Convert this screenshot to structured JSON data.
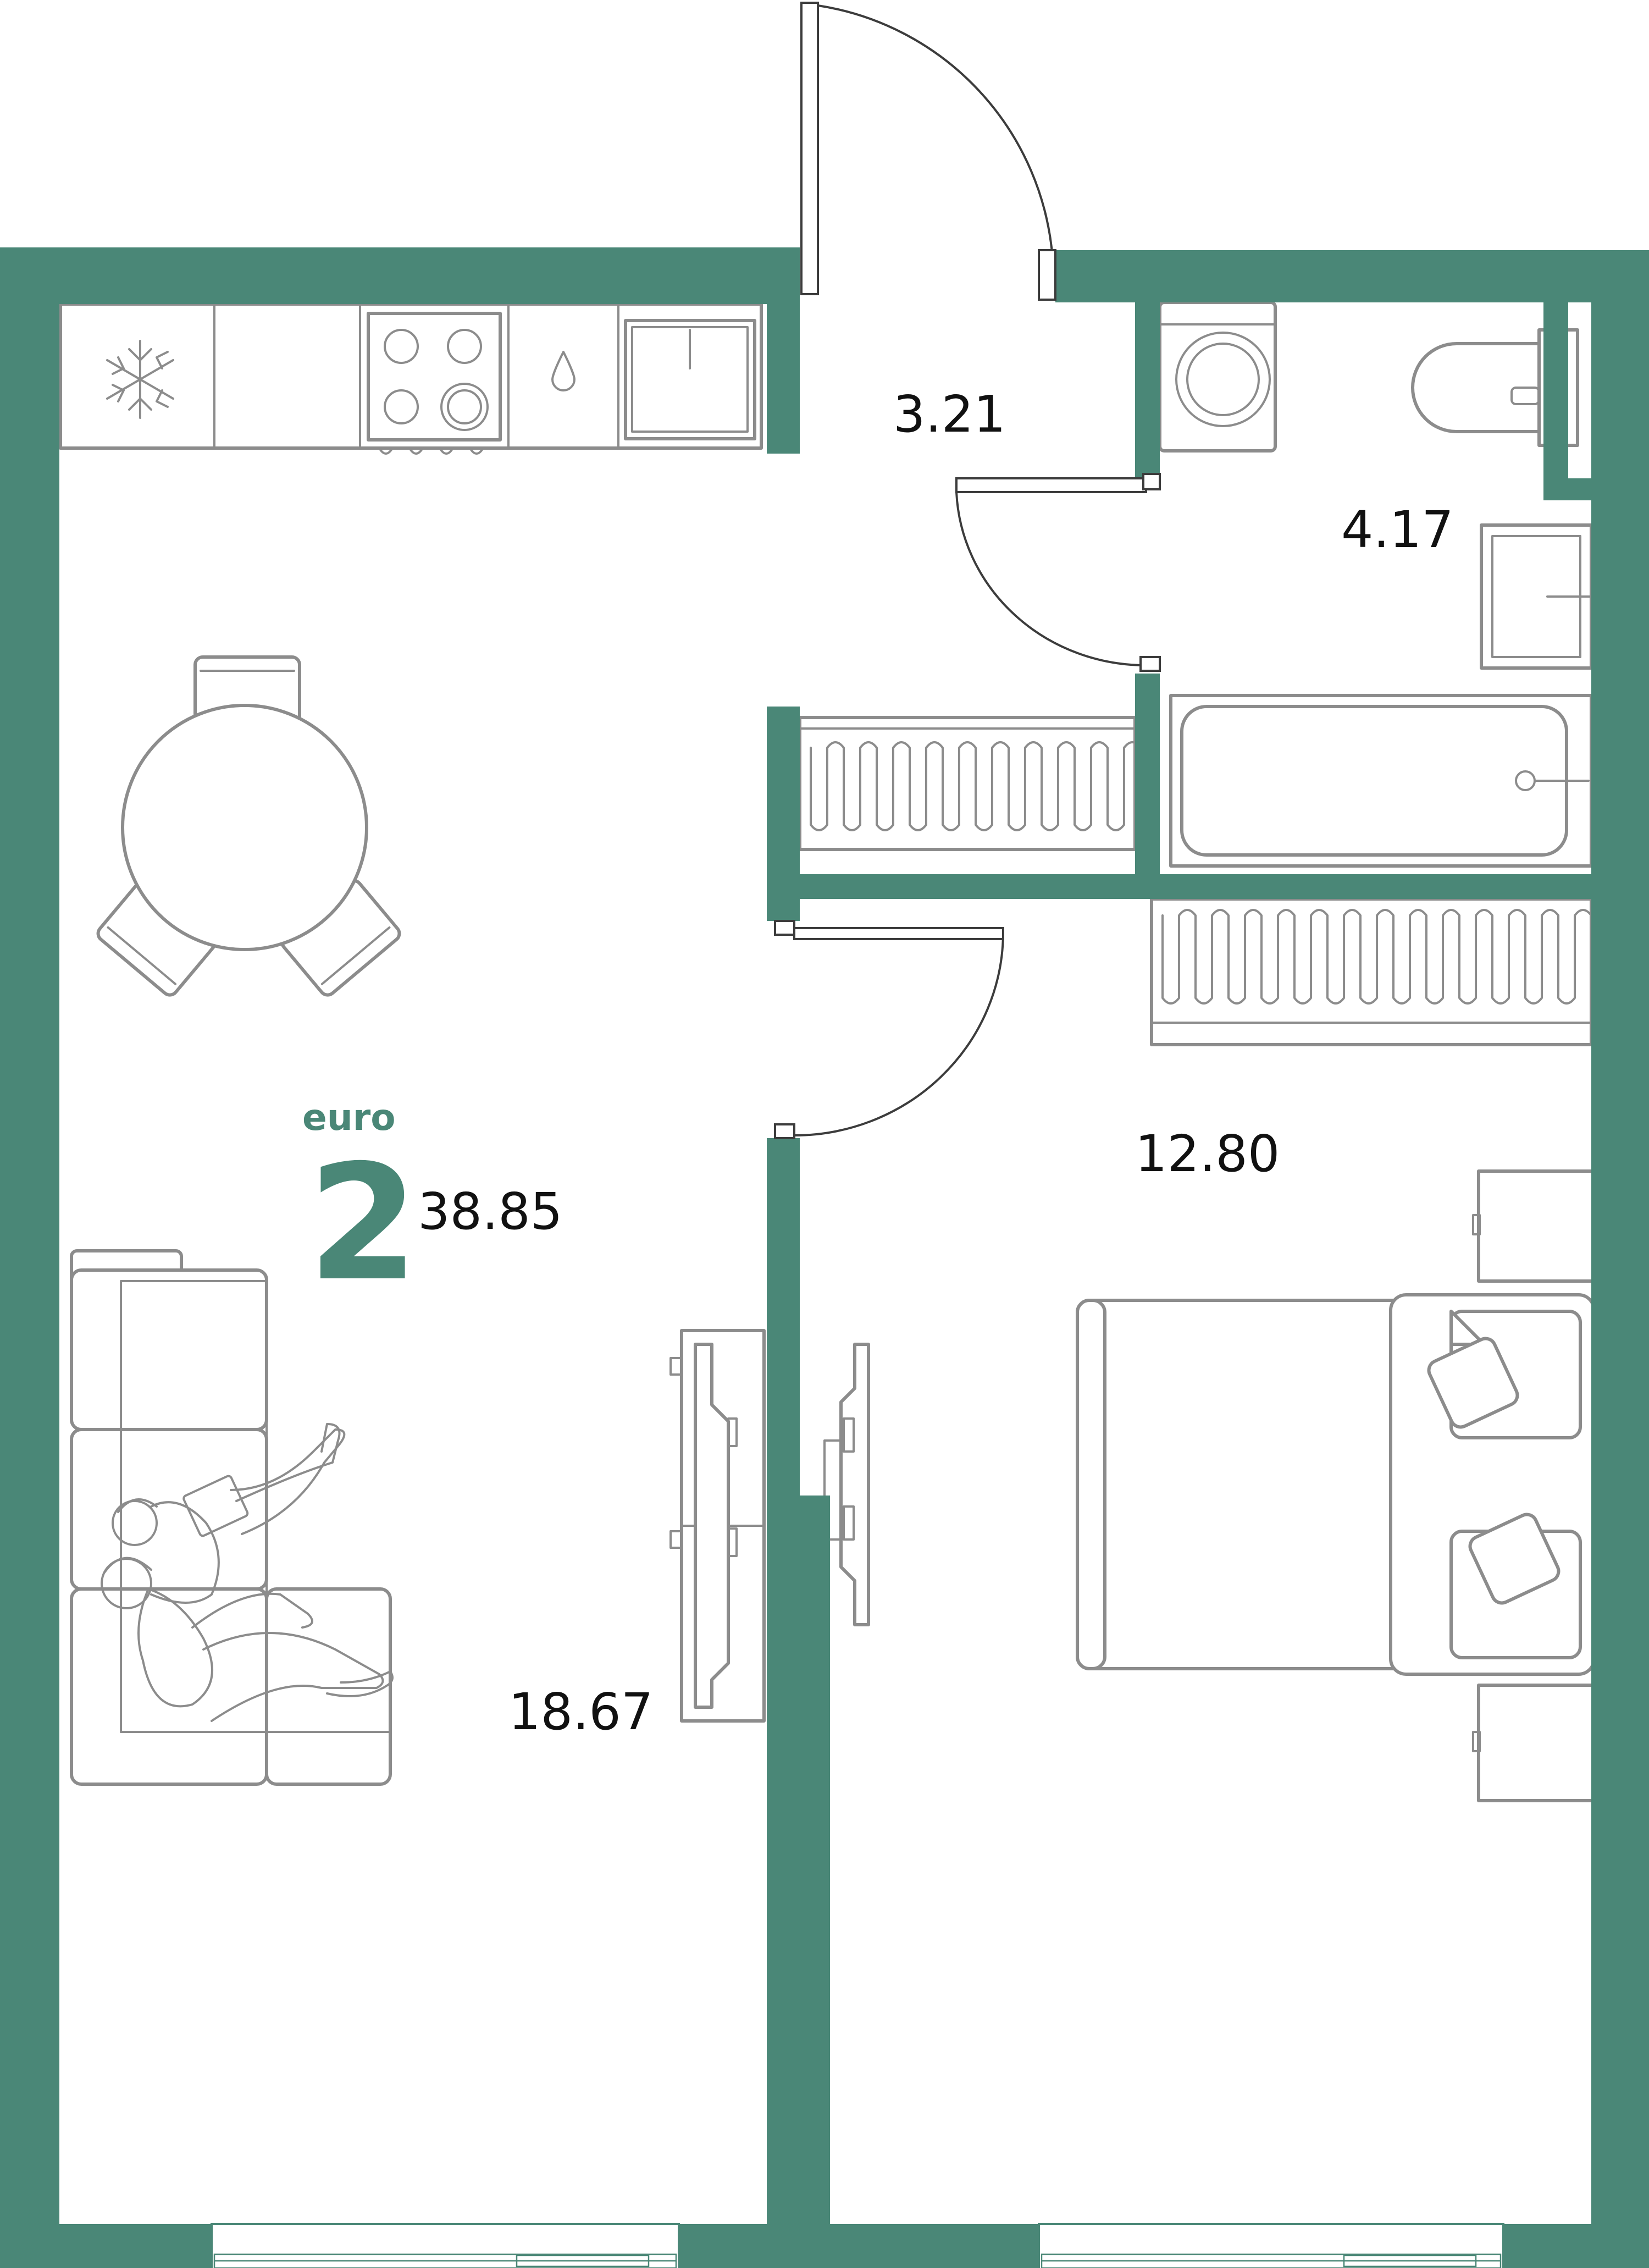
{
  "plan": {
    "wall_color": "#4a8777",
    "furniture_color": "#8c8c8c",
    "badge": {
      "type_label": "euro",
      "rooms": "2",
      "total_area": "38.85"
    },
    "rooms": [
      {
        "id": "hallway",
        "area": "3.21"
      },
      {
        "id": "bathroom",
        "area": "4.17"
      },
      {
        "id": "bedroom",
        "area": "12.80"
      },
      {
        "id": "living-kitchen",
        "area": "18.67"
      }
    ],
    "icons": {
      "fridge": "snowflake-icon",
      "sink": "water-drop-icon"
    }
  }
}
